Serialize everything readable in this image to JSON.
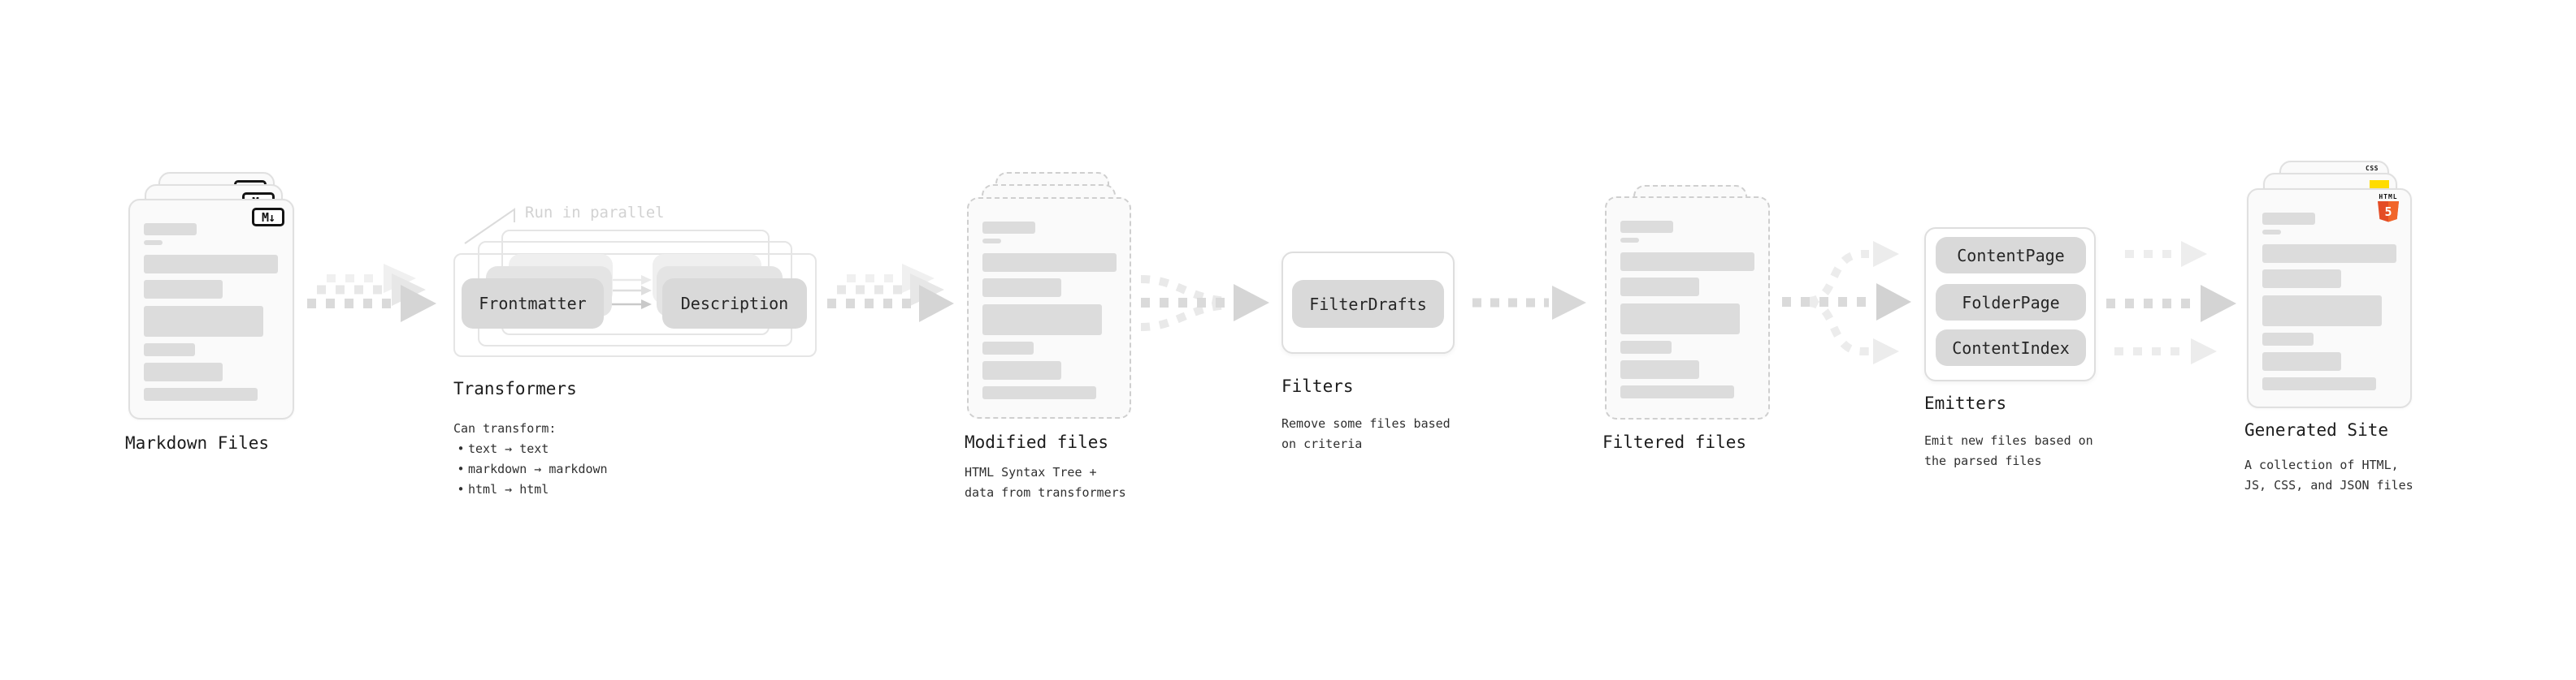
{
  "stages": {
    "markdown_files": {
      "label": "Markdown Files",
      "badge": "M↓"
    },
    "transformers": {
      "label": "Transformers",
      "annotation": "Run in parallel",
      "pills": [
        "Frontmatter",
        "Description"
      ],
      "description_heading": "Can transform:",
      "bullet_char": "•",
      "bullets": [
        "text → text",
        "markdown → markdown",
        "html → html"
      ]
    },
    "modified_files": {
      "label": "Modified files",
      "description": "HTML Syntax Tree + data from transformers"
    },
    "filters": {
      "label": "Filters",
      "pill": "FilterDrafts",
      "description": "Remove some files based on criteria"
    },
    "filtered_files": {
      "label": "Filtered files"
    },
    "emitters": {
      "label": "Emitters",
      "pills": [
        "ContentPage",
        "FolderPage",
        "ContentIndex"
      ],
      "description": "Emit new files based on the parsed files"
    },
    "generated_site": {
      "label": "Generated Site",
      "description": "A collection of HTML, JS, CSS, and JSON files",
      "badges": {
        "html_label": "HTML",
        "html_number": "5",
        "css_label": "CSS"
      }
    }
  },
  "colors": {
    "html5_orange": "#e44d26",
    "html5_orange_light": "#f16529",
    "js_yellow": "#ffdc00",
    "css_blue": "#2965f1",
    "pill_fill": "#d9d9d9",
    "bar_fill": "#dcdcdc",
    "arrow_gray": "#d9d9d9",
    "annotation_gray": "#d2d2d2"
  }
}
